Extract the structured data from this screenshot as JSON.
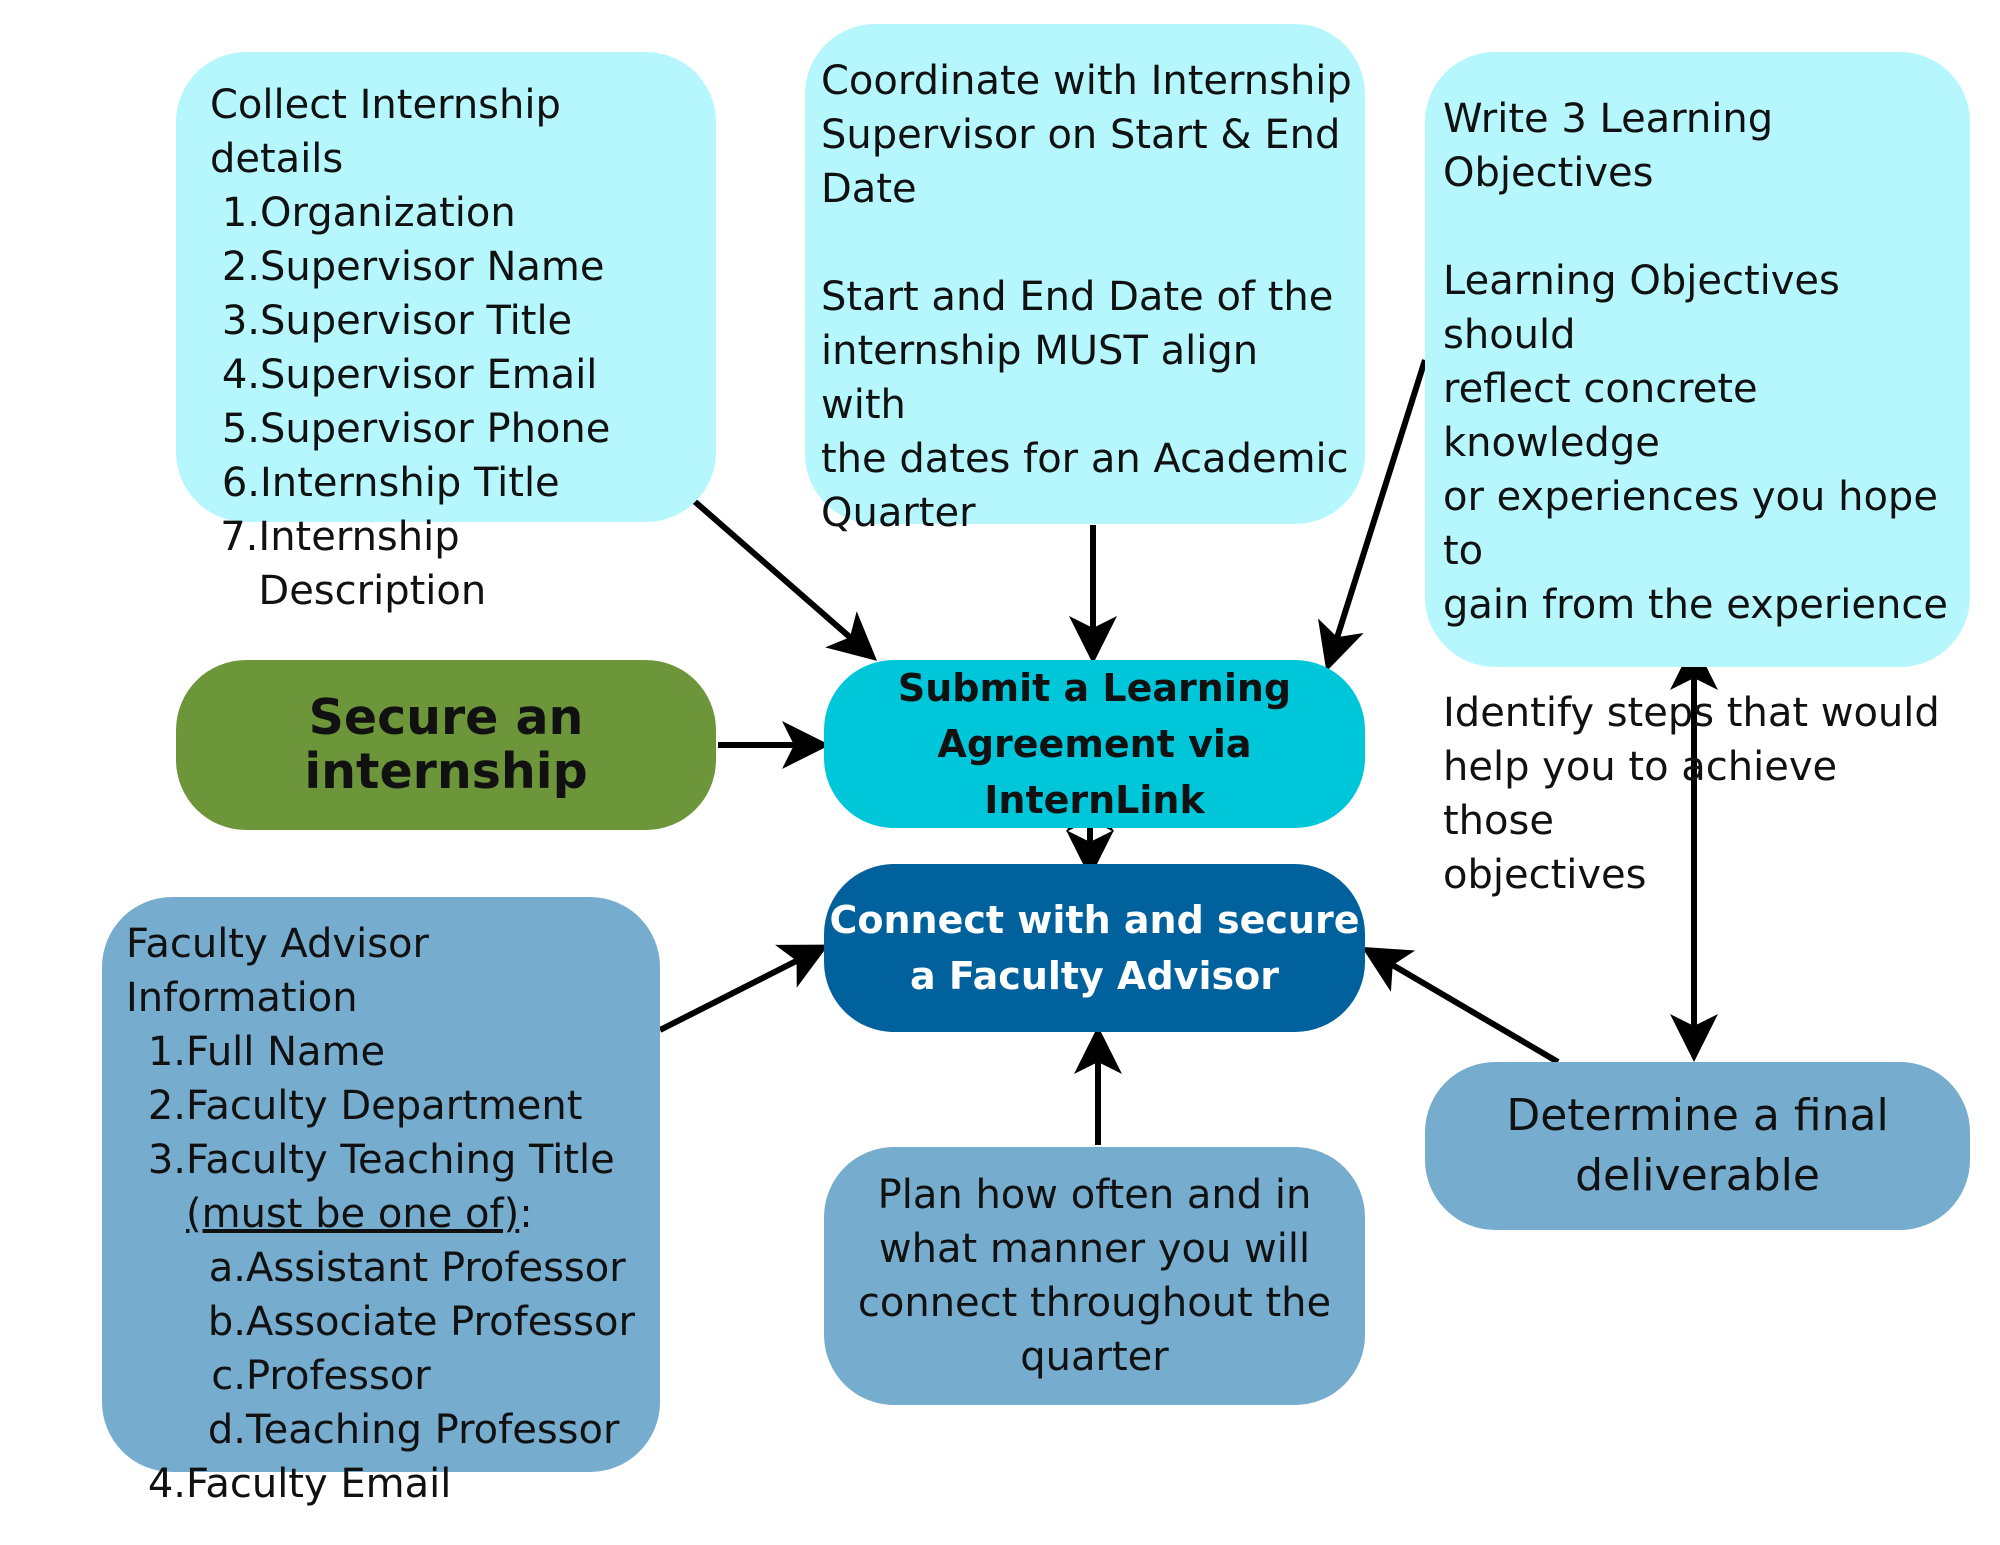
{
  "colors": {
    "light_cyan": "#b5f7fd",
    "teal": "#00c6da",
    "navy": "#00619c",
    "steel_blue": "#76acce",
    "green": "#6d953a",
    "arrow": "#000000"
  },
  "details_box": {
    "title": "Collect Internship details",
    "items": [
      {
        "num": "1.",
        "text": "Organization"
      },
      {
        "num": "2.",
        "text": "Supervisor Name"
      },
      {
        "num": "3.",
        "text": "Supervisor Title"
      },
      {
        "num": "4.",
        "text": "Supervisor Email"
      },
      {
        "num": "5.",
        "text": "Supervisor Phone"
      },
      {
        "num": "6.",
        "text": "Internship Title"
      },
      {
        "num": "7.",
        "text": "Internship Description"
      }
    ]
  },
  "dates_box": {
    "line1": "Coordinate with Internship",
    "line2": "Supervisor on Start & End",
    "line3": "Date",
    "line4": "Start and End Date of the",
    "line5": "internship MUST align with",
    "line6": "the dates for an Academic",
    "line7": "Quarter"
  },
  "objectives_box": {
    "line1": "Write 3 Learning Objectives",
    "line2": "Learning Objectives should",
    "line3": "reflect concrete knowledge",
    "line4": "or experiences you hope to",
    "line5": "gain from the experience",
    "line6": "Identify steps that would",
    "line7": "help you to achieve those",
    "line8": "objectives"
  },
  "secure_box": {
    "label": "Secure an internship"
  },
  "submit_box": {
    "line1": "Submit a Learning",
    "line2": "Agreement via InternLink"
  },
  "advisor_box": {
    "line1": "Connect with and secure",
    "line2": "a Faculty Advisor"
  },
  "faculty_box": {
    "title": "Faculty Advisor Information",
    "items": [
      {
        "num": "1.",
        "text": "Full Name"
      },
      {
        "num": "2.",
        "text": "Faculty Department"
      },
      {
        "num": "3.",
        "text": "Faculty Teaching Title"
      }
    ],
    "must_be": "(must be one of)",
    "colon": ":",
    "sub_items": [
      {
        "num": "a.",
        "text": "Assistant Professor"
      },
      {
        "num": "b.",
        "text": "Associate Professor"
      },
      {
        "num": "c.",
        "text": "Professor"
      },
      {
        "num": "d.",
        "text": "Teaching Professor"
      }
    ],
    "last_item": {
      "num": "4.",
      "text": "Faculty Email"
    }
  },
  "plan_box": {
    "line1": "Plan how often and in",
    "line2": "what manner you will",
    "line3": "connect throughout the",
    "line4": "quarter"
  },
  "deliverable_box": {
    "line1": "Determine a final",
    "line2": "deliverable"
  }
}
